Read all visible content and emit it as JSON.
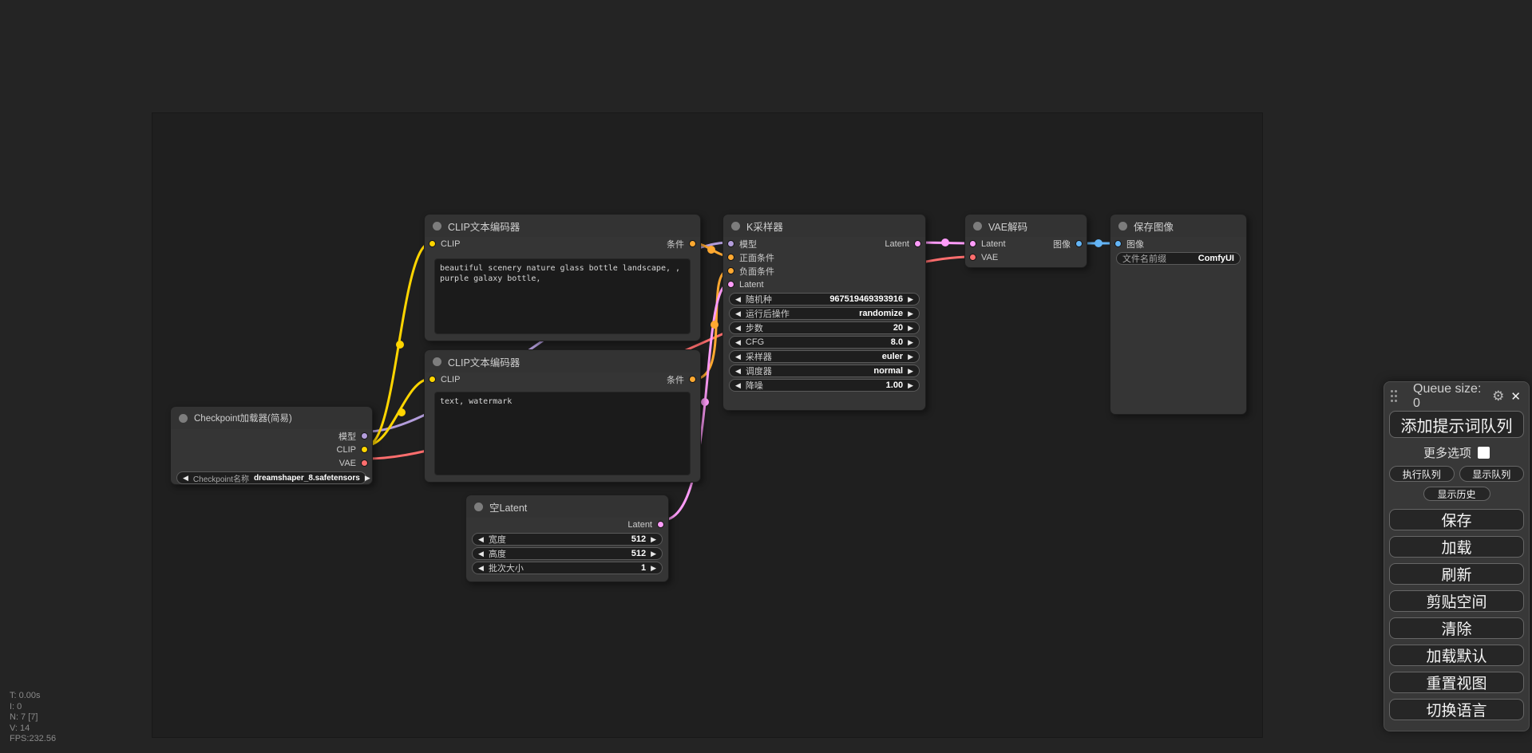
{
  "colors": {
    "model": "#B39DDB",
    "clip": "#FFD500",
    "vae": "#FF6E6E",
    "conditioning": "#FFA931",
    "latent": "#FF9CF9",
    "image": "#64B5F6"
  },
  "icons": {
    "arrow_left": "◀",
    "arrow_right": "▶",
    "gear": "⚙",
    "close": "✕"
  },
  "nodes": {
    "checkpoint": {
      "title": "Checkpoint加载器(简易)",
      "outputs": [
        "模型",
        "CLIP",
        "VAE"
      ],
      "widget": {
        "label": "Checkpoint名称",
        "value": "dreamshaper_8.safetensors"
      }
    },
    "clip_positive": {
      "title": "CLIP文本编码器",
      "input": "CLIP",
      "output": "条件",
      "text": "beautiful scenery nature glass bottle landscape, , purple galaxy bottle,"
    },
    "clip_negative": {
      "title": "CLIP文本编码器",
      "input": "CLIP",
      "output": "条件",
      "text": "text, watermark"
    },
    "empty_latent": {
      "title": "空Latent",
      "output": "Latent",
      "widgets": [
        {
          "label": "宽度",
          "value": "512"
        },
        {
          "label": "高度",
          "value": "512"
        },
        {
          "label": "批次大小",
          "value": "1"
        }
      ]
    },
    "ksampler": {
      "title": "K采样器",
      "inputs": [
        "模型",
        "正面条件",
        "负面条件",
        "Latent"
      ],
      "output": "Latent",
      "widgets": [
        {
          "label": "随机种",
          "value": "967519469393916"
        },
        {
          "label": "运行后操作",
          "value": "randomize"
        },
        {
          "label": "步数",
          "value": "20"
        },
        {
          "label": "CFG",
          "value": "8.0"
        },
        {
          "label": "采样器",
          "value": "euler"
        },
        {
          "label": "调度器",
          "value": "normal"
        },
        {
          "label": "降噪",
          "value": "1.00"
        }
      ]
    },
    "vae_decode": {
      "title": "VAE解码",
      "inputs": [
        "Latent",
        "VAE"
      ],
      "output": "图像"
    },
    "save_image": {
      "title": "保存图像",
      "input": "图像",
      "widget": {
        "label": "文件名前缀",
        "value": "ComfyUI"
      }
    }
  },
  "sidebar": {
    "queue_label": "Queue size: 0",
    "add_prompt_button": "添加提示词队列",
    "extra_options_label": "更多选项",
    "run_queue_button": "执行队列",
    "show_queue_button": "显示队列",
    "show_history_button": "显示历史",
    "menu_buttons": [
      "保存",
      "加载",
      "刷新",
      "剪贴空间",
      "清除",
      "加载默认",
      "重置视图",
      "切换语言"
    ]
  },
  "stats": {
    "time": "T: 0.00s",
    "iterations": "I: 0",
    "nodes": "N: 7 [7]",
    "version": "V: 14",
    "fps": "FPS:232.56"
  }
}
